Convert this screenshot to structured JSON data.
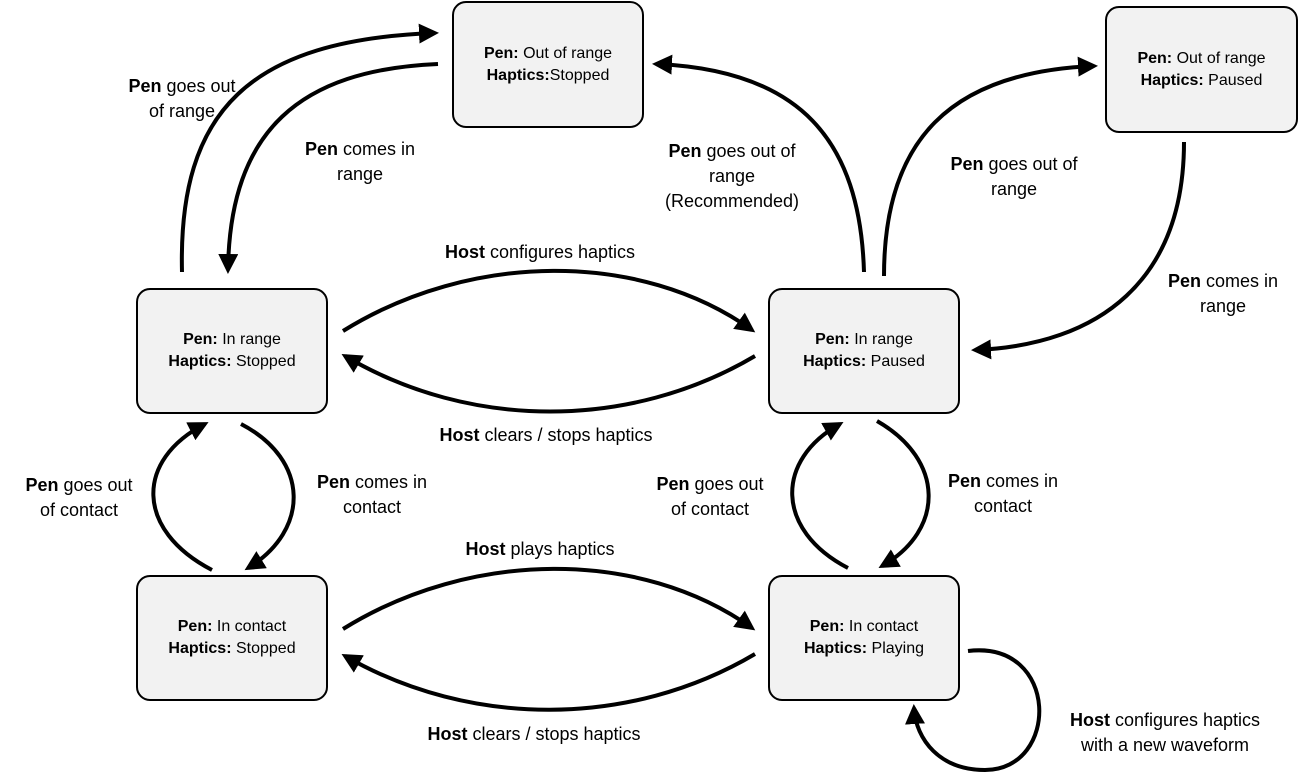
{
  "states": {
    "out_range_stopped": {
      "pen_key": "Pen:",
      "pen_value": "Out of range",
      "haptics_key": "Haptics:",
      "haptics_value": "Stopped"
    },
    "out_range_paused": {
      "pen_key": "Pen:",
      "pen_value": "Out of range",
      "haptics_key": "Haptics:",
      "haptics_value": "Paused"
    },
    "in_range_stopped": {
      "pen_key": "Pen:",
      "pen_value": "In range",
      "haptics_key": "Haptics:",
      "haptics_value": "Stopped"
    },
    "in_range_paused": {
      "pen_key": "Pen:",
      "pen_value": "In range",
      "haptics_key": "Haptics:",
      "haptics_value": "Paused"
    },
    "in_contact_stopped": {
      "pen_key": "Pen:",
      "pen_value": "In contact",
      "haptics_key": "Haptics:",
      "haptics_value": "Stopped"
    },
    "in_contact_playing": {
      "pen_key": "Pen:",
      "pen_value": "In contact",
      "haptics_key": "Haptics:",
      "haptics_value": "Playing"
    }
  },
  "transitions": {
    "tl_out": {
      "actor": "Pen",
      "line1": " goes out",
      "line2": "of range"
    },
    "tl_in": {
      "actor": "Pen",
      "line1": " comes in",
      "line2": "range"
    },
    "mid_out": {
      "actor": "Pen",
      "line1": " goes out of",
      "line2": "range",
      "line3": "(Recommended)"
    },
    "tr_out": {
      "actor": "Pen",
      "line1": " goes out of",
      "line2": "range"
    },
    "tr_in": {
      "actor": "Pen",
      "line1": " comes in",
      "line2": "range"
    },
    "host_config": {
      "actor": "Host",
      "text": " configures haptics"
    },
    "host_clear_top": {
      "actor": "Host",
      "text": " clears / stops haptics"
    },
    "left_out_contact": {
      "actor": "Pen",
      "line1": " goes out",
      "line2": "of contact"
    },
    "left_in_contact": {
      "actor": "Pen",
      "line1": " comes in",
      "line2": "contact"
    },
    "right_out_contact": {
      "actor": "Pen",
      "line1": " goes out",
      "line2": "of contact"
    },
    "right_in_contact": {
      "actor": "Pen",
      "line1": " comes in",
      "line2": "contact"
    },
    "host_play": {
      "actor": "Host",
      "text": " plays haptics"
    },
    "host_clear_bottom": {
      "actor": "Host",
      "text": " clears / stops haptics"
    },
    "host_new_waveform": {
      "actor": "Host",
      "line1": " configures haptics",
      "line2": "with a new waveform"
    }
  }
}
